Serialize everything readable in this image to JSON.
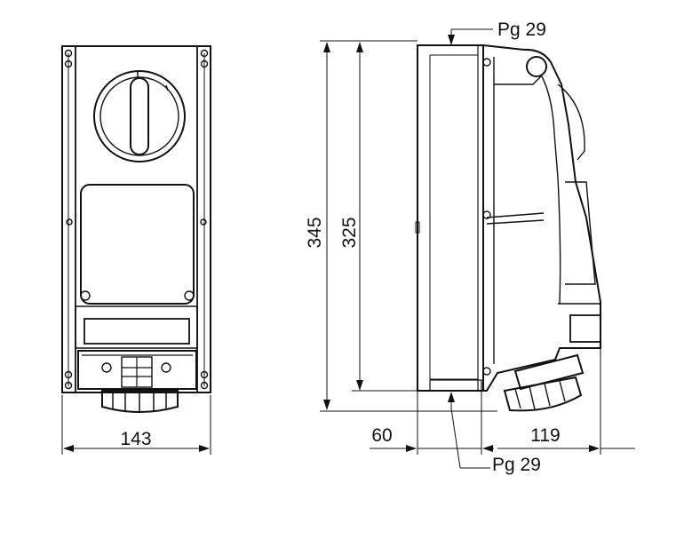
{
  "dimensions": {
    "front_width": "143",
    "total_height": "345",
    "body_height": "325",
    "side_offset": "60",
    "side_depth": "119"
  },
  "labels": {
    "gland_top": "Pg 29",
    "gland_bottom": "Pg 29"
  },
  "colors": {
    "line": "#111111",
    "background": "#ffffff"
  }
}
